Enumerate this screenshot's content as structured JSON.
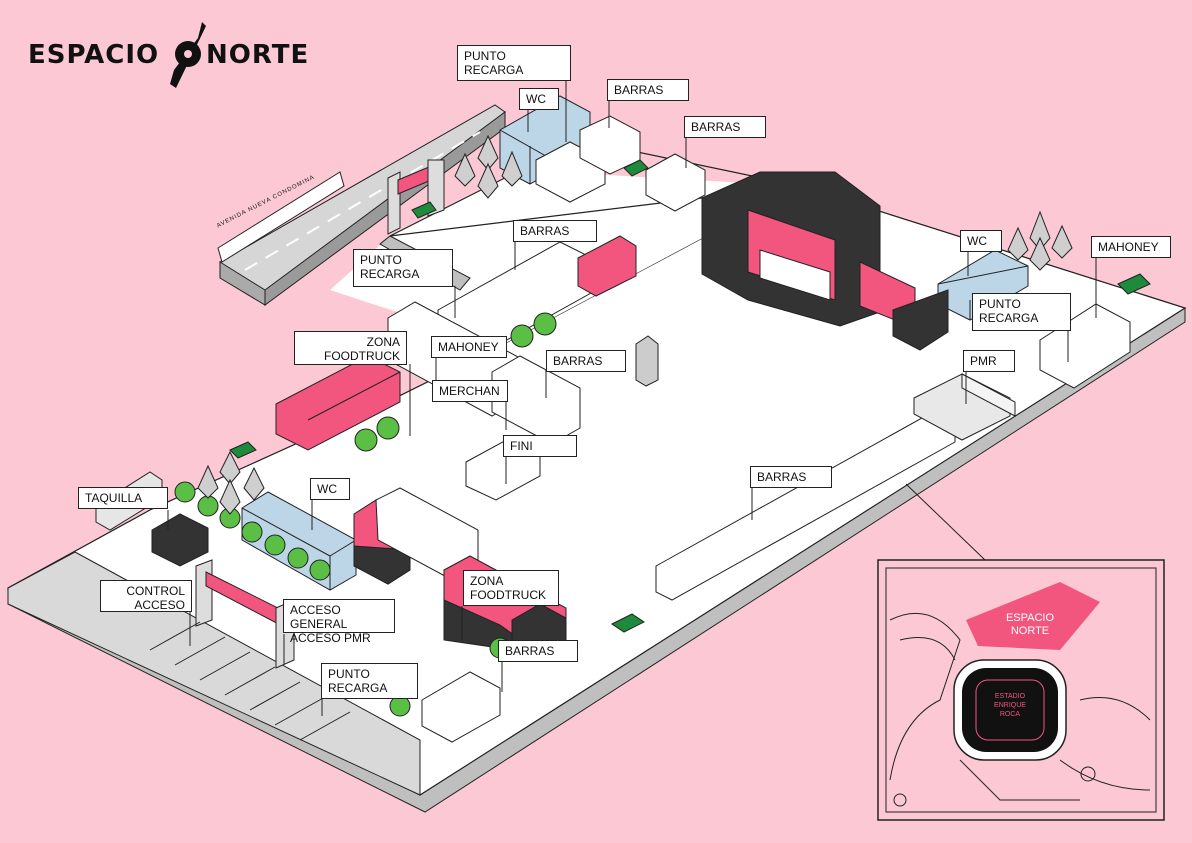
{
  "logo": {
    "left": "ESPACIO",
    "right": "NORTE"
  },
  "road": {
    "name": "AVENIDA NUEVA CONDOMINA"
  },
  "labels": {
    "punto_recarga_top": "PUNTO RECARGA",
    "wc_top": "WC",
    "barras_top1": "BARRAS",
    "barras_top2": "BARRAS",
    "barras_mid": "BARRAS",
    "punto_recarga_mid": "PUNTO\nRECARGA",
    "wc_right": "WC",
    "mahoney_right": "MAHONEY",
    "punto_recarga_right": "PUNTO\nRECARGA",
    "zona_foodtruck_1": "ZONA\nFOODTRUCK",
    "mahoney_mid": "MAHONEY",
    "merchan": "MERCHAN",
    "barras_center": "BARRAS",
    "fini": "FINI",
    "pmr": "PMR",
    "barras_long": "BARRAS",
    "taquilla": "TAQUILLA",
    "wc_bottom": "WC",
    "control_acceso": "CONTROL\nACCESO",
    "acceso_general": "ACCESO GENERAL\nACCESO PMR",
    "zona_foodtruck_2": "ZONA\nFOODTRUCK",
    "barras_bottom": "BARRAS",
    "punto_recarga_bottom": "PUNTO\nRECARGA"
  },
  "inset": {
    "venue": "ESPACIO\nNORTE",
    "stadium": "ESTADIO\nENRIQUE\nROCA"
  },
  "colors": {
    "background": "#fcc8d4",
    "accent": "#f2557e",
    "dark": "#333333",
    "wc": "#bcd6e8",
    "tree": "#5bbf45",
    "exit": "#1e8a3c"
  }
}
